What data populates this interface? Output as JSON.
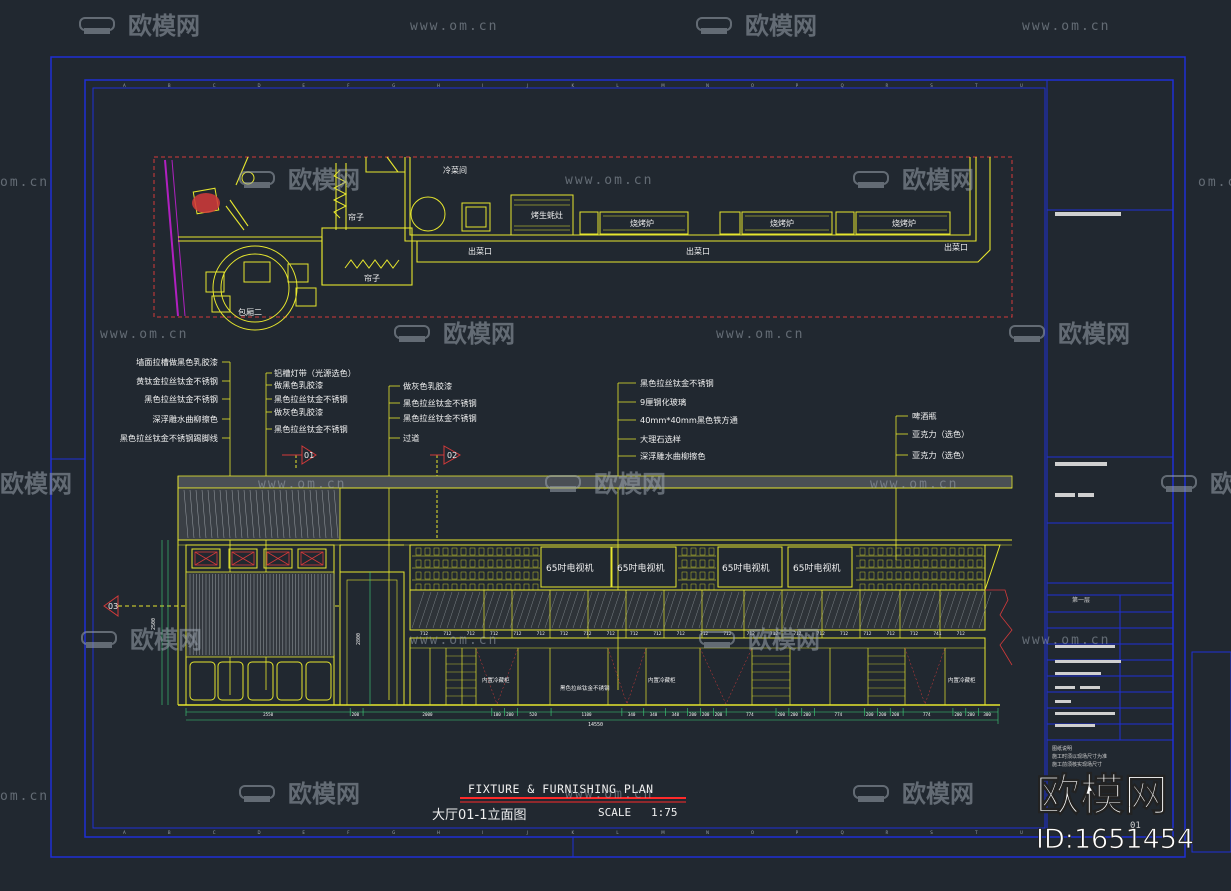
{
  "colors": {
    "background": "#212830",
    "frame_blue": "#1f2fd6",
    "line_yellow": "#e6e62e",
    "text_white": "#f0f0f0",
    "title_red": "#ff2a2a",
    "hidden_red": "#d23a3a",
    "magenta": "#b020c0",
    "dim_green": "#3fd37a",
    "watermark": "#9aa3ad"
  },
  "watermarks": {
    "brand": "欧模网",
    "site": "www.om.cn",
    "site_short": "om.cn",
    "brand_partial": "欧模网",
    "bottom_logo": "欧模网",
    "id_label": "ID:1651454",
    "sheet_no": "01"
  },
  "plan": {
    "cold_room": "冷菜间",
    "curtain_top": "帘子",
    "curtain_bottom": "帘子",
    "private_room": "包厢二",
    "roast_goose_stove": "烤生蚝灶",
    "oven_1": "烧烤炉",
    "oven_2": "烧烤炉",
    "oven_3": "烧烤炉",
    "serving_window_1": "出菜口",
    "serving_window_2": "出菜口",
    "serving_window_3": "出菜口"
  },
  "callouts": {
    "group_a": [
      "墙面拉槽做黑色乳胶漆",
      "黄钛金拉丝钛金不锈钢",
      "黑色拉丝钛金不锈钢",
      "深浮雕水曲柳擦色",
      "黑色拉丝钛金不锈钢踢脚线"
    ],
    "group_b": [
      "铝槽灯带（光源选色）",
      "做黑色乳胶漆",
      "黑色拉丝钛金不锈钢",
      "做灰色乳胶漆",
      "黑色拉丝钛金不锈钢"
    ],
    "group_c": [
      "做灰色乳胶漆",
      "黑色拉丝钛金不锈钢",
      "黑色拉丝钛金不锈钢",
      "过道"
    ],
    "group_d": [
      "黑色拉丝钛金不锈钢",
      "9厘钢化玻璃",
      "40mm*40mm黑色铁方通",
      "大理石选样",
      "深浮雕水曲柳擦色"
    ],
    "group_e": [
      "啤酒瓶",
      "亚克力（选色）",
      "亚克力（选色）"
    ]
  },
  "section_markers": [
    "01",
    "02",
    "03"
  ],
  "tv_labels": [
    "65吋电视机",
    "65吋电视机",
    "65吋电视机",
    "65吋电视机"
  ],
  "vert_dims": [
    "2800",
    "2500"
  ],
  "bottom_dims": [
    "2550",
    "200",
    "2000",
    "100",
    "200",
    "520",
    "1100",
    "340",
    "340",
    "340",
    "200",
    "200",
    "200",
    "774",
    "200",
    "200",
    "200",
    "774",
    "200",
    "200",
    "200",
    "774",
    "200",
    "200",
    "300"
  ],
  "bottom_total": "14550",
  "wine_labels": [
    "712",
    "712",
    "712",
    "712",
    "712",
    "712",
    "712",
    "712",
    "712",
    "712",
    "712",
    "712",
    "712",
    "712",
    "712",
    "712",
    "712",
    "712",
    "712",
    "712",
    "712",
    "712",
    "741",
    "712"
  ],
  "counter_notes": [
    "内置冷藏柜",
    "黑色拉丝钛金不锈钢",
    "内置冷藏柜",
    "内置冷藏柜"
  ],
  "title_block": {
    "title_en": "FIXTURE & FURNISHING PLAN",
    "title_cn": "大厅01-1立面图",
    "scale_label": "SCALE",
    "scale_value": "1:75",
    "sheet_label": "第一层",
    "notes": [
      "图纸说明",
      "施工时须以现场尺寸为准",
      "施工前须核实现场尺寸"
    ]
  },
  "grid_refs_top": [
    "A",
    "B",
    "C",
    "D",
    "E",
    "F",
    "G",
    "H",
    "I",
    "J",
    "K",
    "L",
    "M",
    "N",
    "O",
    "P",
    "Q",
    "R",
    "S",
    "T",
    "U"
  ]
}
